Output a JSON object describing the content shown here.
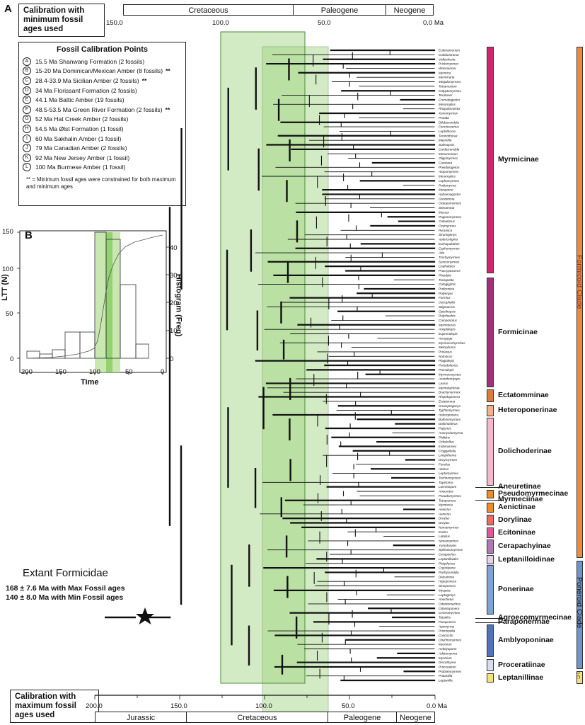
{
  "panel_a": "A",
  "panel_b": "B",
  "calibration_min_label": "Calibration with minimum fossil ages used",
  "calibration_max_label": "Calibration with maximum fossil ages used",
  "top_axis": {
    "periods": [
      "Cretaceous",
      "Paleogene",
      "Neogene"
    ],
    "ticks": [
      "150.0",
      "100.0",
      "50.0",
      "0.0 Ma"
    ]
  },
  "bottom_axis": {
    "periods": [
      "Jurassic",
      "Cretaceous",
      "Paleogene",
      "Neogene"
    ],
    "ticks": [
      "200.0",
      "150.0",
      "100.0",
      "50.0",
      "0.0 Ma"
    ]
  },
  "legend": {
    "title": "Fossil Calibration Points",
    "items": [
      {
        "letter": "A",
        "text": "15.5 Ma Shanwang Formation (2 fossils)",
        "star": ""
      },
      {
        "letter": "B",
        "text": "15-20 Ma Dominican/Mexican Amber (8 fossils)",
        "star": "**"
      },
      {
        "letter": "C",
        "text": "28.4-33.9 Ma Sicilian Amber (2 fossils)",
        "star": "**"
      },
      {
        "letter": "D",
        "text": "34 Ma Florissant Formation (2 fossils)",
        "star": ""
      },
      {
        "letter": "E",
        "text": "44.1 Ma Baltic Amber (19 fossils)",
        "star": ""
      },
      {
        "letter": "F",
        "text": "48.5-53.5 Ma Green River Formation (2 fossils)",
        "star": "**"
      },
      {
        "letter": "G",
        "text": "52 Ma Hat Creek Amber (2 fossils)",
        "star": ""
      },
      {
        "letter": "H",
        "text": "54.5 Ma Ølst Formation (1 fossil)",
        "star": ""
      },
      {
        "letter": "I",
        "text": "60 Ma Sakhalin Amber (1 fossil)",
        "star": ""
      },
      {
        "letter": "J",
        "text": "79 Ma Canadian Amber (2 fossils)",
        "star": ""
      },
      {
        "letter": "K",
        "text": "92 Ma New Jersey Amber (1 fossil)",
        "star": ""
      },
      {
        "letter": "L",
        "text": "100 Ma Burmese Amber (1 fossil)",
        "star": ""
      }
    ],
    "note": "** = Minimum fossil ages were constrained for both maximum and minimum ages"
  },
  "inset": {
    "ylabel_left": "LTT (N)",
    "ylabel_right": "Histogram (Freq)",
    "xlabel": "Time",
    "left_ticks": [
      "0",
      "50",
      "100",
      "150"
    ],
    "right_ticks": [
      "0",
      "10",
      "20",
      "30",
      "40"
    ],
    "x_ticks": [
      "200",
      "150",
      "100",
      "50",
      "0"
    ]
  },
  "extant": {
    "title": "Extant Formicidae",
    "line1": "168 ± 7.6 Ma with Max Fossil ages",
    "line2": "140 ± 8.0 Ma with Min Fossil ages"
  },
  "subfamilies": [
    {
      "name": "Myrmicinae",
      "color": "#d6246b"
    },
    {
      "name": "Formicinae",
      "color": "#a3317a"
    },
    {
      "name": "Ectatomminae",
      "color": "#e07a3b"
    },
    {
      "name": "Heteroponerinae",
      "color": "#f5b08c"
    },
    {
      "name": "Dolichoderinae",
      "color": "#f6b8cc"
    },
    {
      "name": "Aneuretinae",
      "color": "#333333"
    },
    {
      "name": "Pseudomyrmecinae",
      "color": "#ef8c2a"
    },
    {
      "name": "Myrmeciinae",
      "color": "#333333"
    },
    {
      "name": "Aenictinae",
      "color": "#ef8c2a"
    },
    {
      "name": "Dorylinae",
      "color": "#e86a6a"
    },
    {
      "name": "Ecitoninae",
      "color": "#e05a9a"
    },
    {
      "name": "Cerapachyinae",
      "color": "#b07ab5"
    },
    {
      "name": "Leptanilloidinae",
      "color": "#e6d4e6"
    },
    {
      "name": "Ponerinae",
      "color": "#7fa3d6"
    },
    {
      "name": "Agroecomyrmecinae",
      "color": "#333333"
    },
    {
      "name": "Paraponerinae",
      "color": "#333333"
    },
    {
      "name": "Amblyoponinae",
      "color": "#4f74b8"
    },
    {
      "name": "Proceratiinae",
      "color": "#d7dcef"
    },
    {
      "name": "Leptanillinae",
      "color": "#f5e37a"
    }
  ],
  "clades": {
    "formicoid": "Formicoid Clade",
    "poneroid": "Poneroid Clade",
    "lc": "LC"
  },
  "taxa": [
    "Eutetramorium",
    "Colobostruma",
    "Vollenhovia",
    "Pristomyrmex",
    "Wasmannia",
    "Myrmica",
    "Myrmicaria",
    "Megalomyrmex",
    "Tetramorium",
    "Calyptomyrmex",
    "Terataner",
    "Crematogaster",
    "Meranoplus",
    "Rhopalomastix",
    "Xenomyrmex",
    "Proatta",
    "Dilobocondyla",
    "Formicoxenus",
    "Leptothorax",
    "Temnothorax",
    "Mayriella",
    "Solenopsis",
    "Cardiocondyla",
    "Monomorium",
    "Oligomyrmex",
    "Carebara",
    "Pheidologeton",
    "Atopomyrmex",
    "Meranoplus",
    "Lophomyrmex",
    "Podomyrma",
    "Metapone",
    "Aphaenogaster",
    "Goniomma",
    "Oxyopomyrmex",
    "Stenamma",
    "Messor",
    "Pogonomyrmex",
    "Cataulacus",
    "Ocymyrmex",
    "Pyramica",
    "Strumigenys",
    "Apterostigma",
    "Eurhopalothrix",
    "Cyphomyrmex",
    "Atta",
    "Trachymyrmex",
    "Sericomyrmex",
    "Cephalotes",
    "Procryptocerus",
    "Pheidole",
    "Tranopelta",
    "Cataglyphis",
    "Proformica",
    "Polyergus",
    "Formica",
    "Oecophylla",
    "Stigmacros",
    "Opisthopsis",
    "Polyrhachis",
    "Camponotus",
    "Myrmoteras",
    "Anoplolepis",
    "Euprenolepis",
    "Acropyga",
    "Myrmecorhynchus",
    "Melophorus",
    "Prolasius",
    "Notoncus",
    "Plagiolepis",
    "Pseudolasius",
    "Prenolepis",
    "Myrmecocystus",
    "Acanthomyops",
    "Lasius",
    "Myrmelachista",
    "Brachymyrmex",
    "Rhytidoponera",
    "Ectatomma",
    "Gnamptogenys",
    "Typhlomyrmex",
    "Heteroponera",
    "Bothriomyrmex",
    "Dolichoderus",
    "Papyrius",
    "Anonychomyrma",
    "Philidris",
    "Ochetellus",
    "Iridomyrmex",
    "Froggattella",
    "Linepithema",
    "Dorymyrmex",
    "Forelius",
    "Azteca",
    "Leptomyrmex",
    "Technomyrmex",
    "Tapinoma",
    "Liometopum",
    "Aneuretus",
    "Pseudomyrmex",
    "Tetraponera",
    "Myrmecia",
    "Aenictus",
    "Aenictus",
    "Dorylus",
    "Dorylus",
    "Nomamyrmex",
    "Eciton",
    "Labidus",
    "Neivamyrmex",
    "Yunodorylus",
    "Sphinctomyrmex",
    "Cerapachys",
    "Leptanilloides",
    "Platythyrea",
    "Cryptopone",
    "Pachycondyla",
    "Diacamma",
    "Hypoponera",
    "Dinoponera",
    "Myopias",
    "Leptogenys",
    "Anochetus",
    "Odontomachus",
    "Odontoponera",
    "Centromyrmex",
    "Tatuidris",
    "Paraponera",
    "Apomyrma",
    "Prionopelta",
    "Concoctio",
    "Onychomyrmex",
    "Mystrium",
    "Amblyopone",
    "Adetomyrma",
    "Mystrium",
    "Discothyrea",
    "Proceratium",
    "Probolomyrmex",
    "Protanilla",
    "Leptanilla"
  ]
}
